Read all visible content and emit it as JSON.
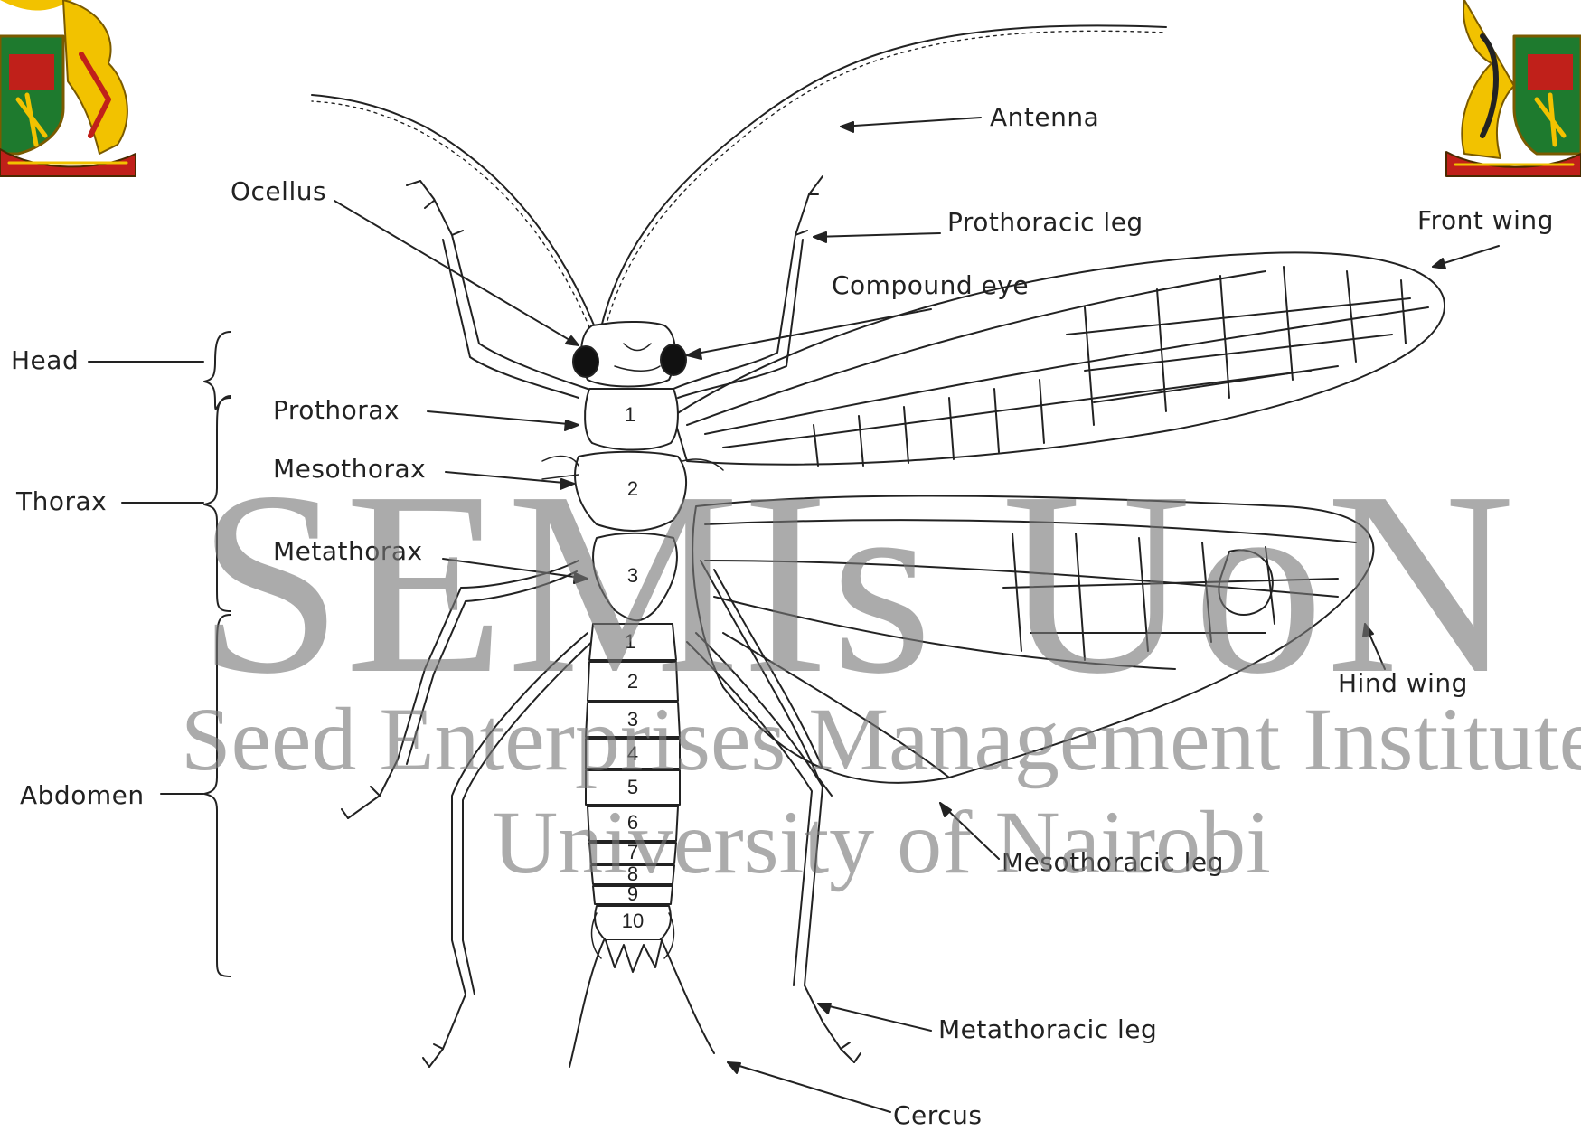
{
  "labels": {
    "antenna": "Antenna",
    "ocellus": "Ocellus",
    "prothoracic_leg": "Prothoracic leg",
    "front_wing": "Front wing",
    "compound_eye": "Compound eye",
    "head": "Head",
    "prothorax": "Prothorax",
    "mesothorax": "Mesothorax",
    "thorax": "Thorax",
    "metathorax": "Metathorax",
    "hind_wing": "Hind wing",
    "abdomen": "Abdomen",
    "mesothoracic_leg": "Mesothoracic leg",
    "metathoracic_leg": "Metathoracic leg",
    "cercus": "Cercus"
  },
  "thorax_numbers": [
    "1",
    "2",
    "3"
  ],
  "abdomen_numbers": [
    "1",
    "2",
    "3",
    "4",
    "5",
    "6",
    "7",
    "8",
    "9",
    "10"
  ],
  "watermark": {
    "line1": "SEMIs UoN",
    "line2": "Seed Enterprises Management Institute",
    "line3": "University of Nairobi"
  },
  "colors": {
    "ink": "#222222",
    "watermark": "#787878",
    "emblem_green": "#1e7a2e",
    "emblem_yellow": "#f2c200",
    "emblem_red": "#c0201a"
  }
}
